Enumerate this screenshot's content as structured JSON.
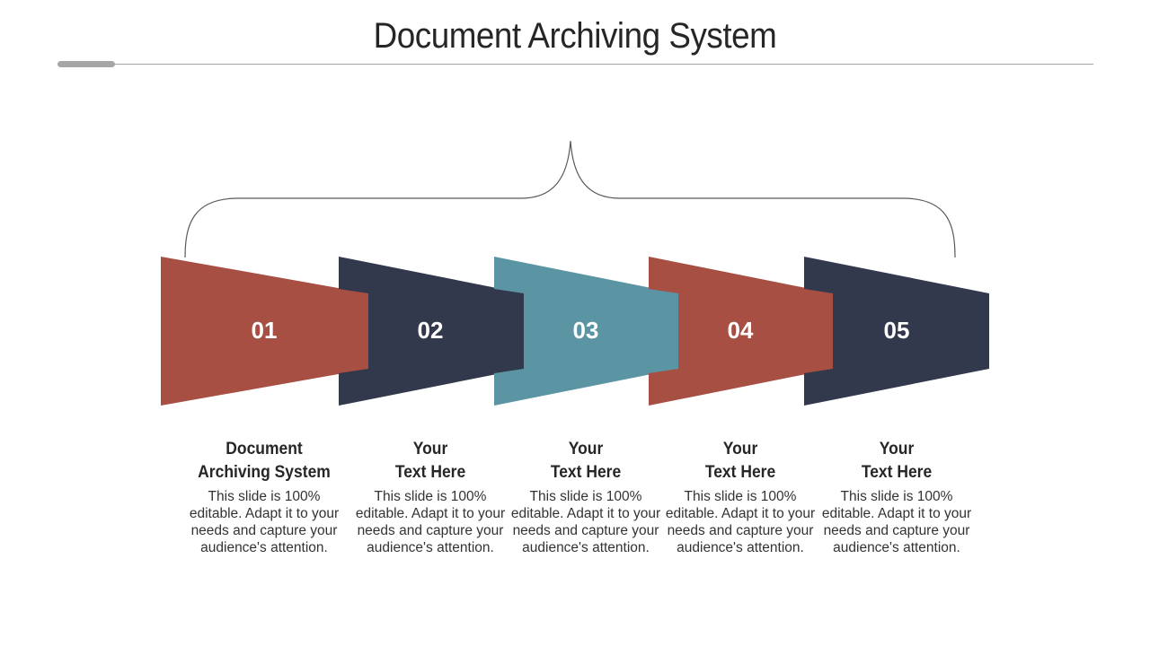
{
  "slide": {
    "title": "Document Archiving System"
  },
  "colors": {
    "red": "#a84f43",
    "navy": "#33394d",
    "teal": "#5b94a3",
    "bracket": "#595959",
    "rule": "#a6a6a6"
  },
  "steps": [
    {
      "number": "01",
      "heading_line1": "Document",
      "heading_line2": "Archiving System",
      "body": "This slide is 100% editable. Adapt it to your needs and capture your audience's attention.",
      "color": "#a84f43"
    },
    {
      "number": "02",
      "heading_line1": "Your",
      "heading_line2": "Text Here",
      "body": "This slide is 100% editable. Adapt it to your needs and capture your audience's attention.",
      "color": "#33394d"
    },
    {
      "number": "03",
      "heading_line1": "Your",
      "heading_line2": "Text Here",
      "body": "This slide is 100% editable. Adapt it to your needs and capture your audience's attention.",
      "color": "#5b94a3"
    },
    {
      "number": "04",
      "heading_line1": "Your",
      "heading_line2": "Text Here",
      "body": "This slide is 100% editable. Adapt it to your needs and capture your audience's attention.",
      "color": "#a84f43"
    },
    {
      "number": "05",
      "heading_line1": "Your",
      "heading_line2": "Text Here",
      "body": "This slide is 100% editable. Adapt it to your needs and capture your audience's attention.",
      "color": "#33394d"
    }
  ]
}
